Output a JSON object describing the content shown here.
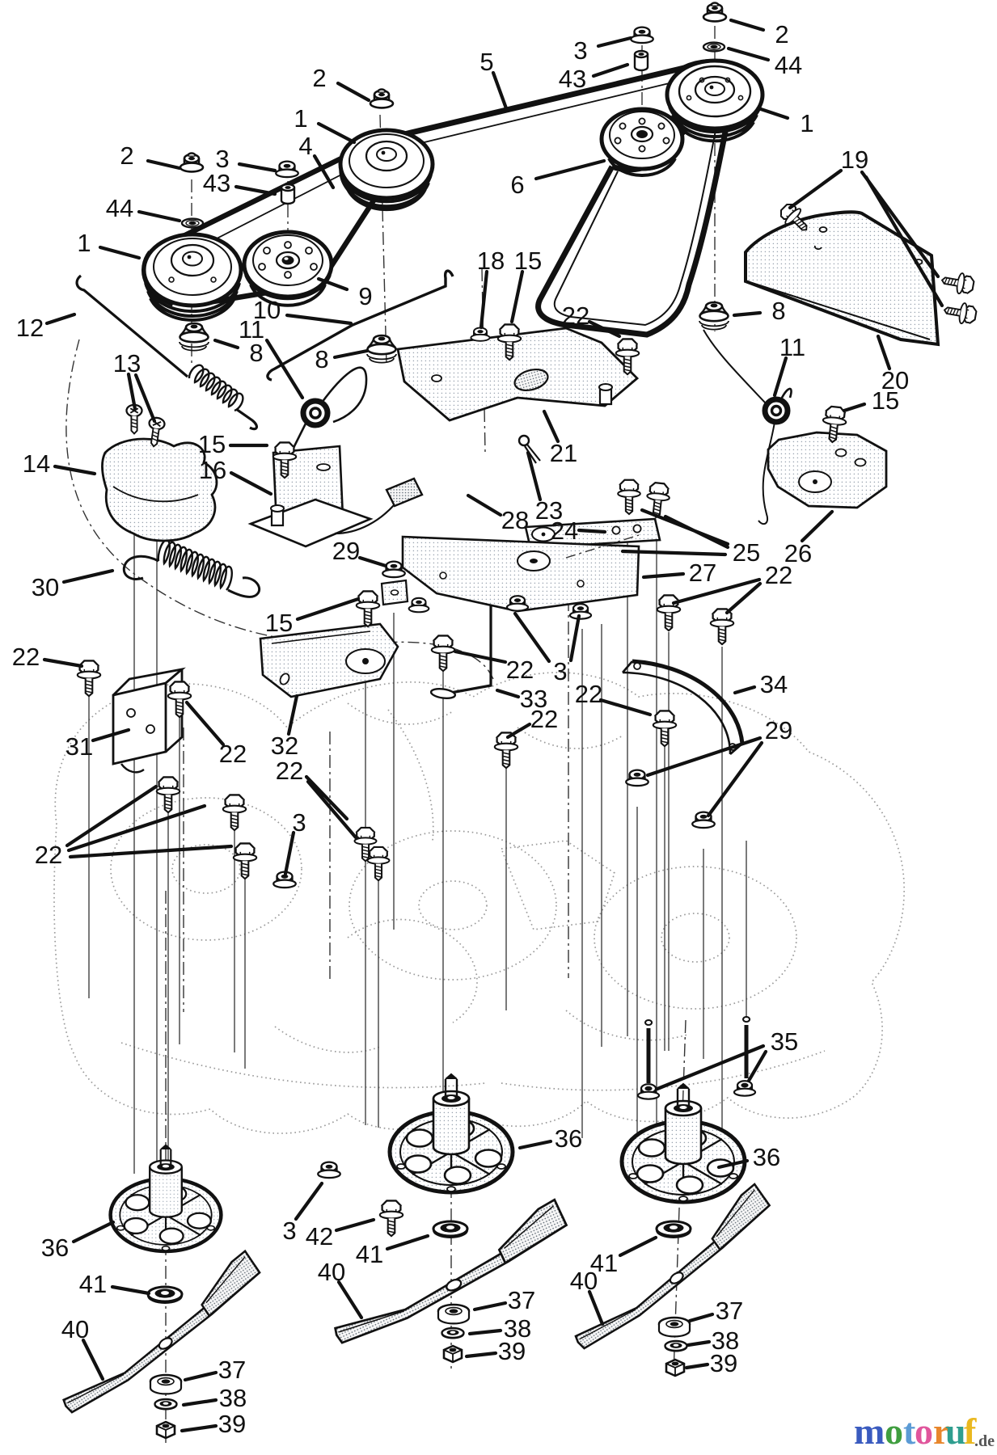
{
  "diagram": {
    "kind": "exploded-parts-diagram",
    "subject": "Lawn tractor mower deck assembly with pulleys, belts, spindles and blades",
    "background": "#ffffff",
    "line_color": "#111111",
    "ghost_color": "#999999"
  },
  "callouts": [
    {
      "n": "2"
    },
    {
      "n": "3"
    },
    {
      "n": "43"
    },
    {
      "n": "44"
    },
    {
      "n": "1"
    },
    {
      "n": "2"
    },
    {
      "n": "1"
    },
    {
      "n": "4"
    },
    {
      "n": "5"
    },
    {
      "n": "3"
    },
    {
      "n": "43"
    },
    {
      "n": "2"
    },
    {
      "n": "44"
    },
    {
      "n": "1"
    },
    {
      "n": "6"
    },
    {
      "n": "9"
    },
    {
      "n": "10"
    },
    {
      "n": "12"
    },
    {
      "n": "11"
    },
    {
      "n": "8"
    },
    {
      "n": "8"
    },
    {
      "n": "18"
    },
    {
      "n": "15"
    },
    {
      "n": "8"
    },
    {
      "n": "11"
    },
    {
      "n": "19"
    },
    {
      "n": "20"
    },
    {
      "n": "15"
    },
    {
      "n": "13"
    },
    {
      "n": "14"
    },
    {
      "n": "15"
    },
    {
      "n": "16"
    },
    {
      "n": "21"
    },
    {
      "n": "23"
    },
    {
      "n": "24"
    },
    {
      "n": "28"
    },
    {
      "n": "25"
    },
    {
      "n": "26"
    },
    {
      "n": "27"
    },
    {
      "n": "22"
    },
    {
      "n": "22"
    },
    {
      "n": "29"
    },
    {
      "n": "30"
    },
    {
      "n": "15"
    },
    {
      "n": "3"
    },
    {
      "n": "22"
    },
    {
      "n": "33"
    },
    {
      "n": "34"
    },
    {
      "n": "22"
    },
    {
      "n": "22"
    },
    {
      "n": "29"
    },
    {
      "n": "22"
    },
    {
      "n": "31"
    },
    {
      "n": "22"
    },
    {
      "n": "32"
    },
    {
      "n": "22"
    },
    {
      "n": "3"
    },
    {
      "n": "22"
    },
    {
      "n": "35"
    },
    {
      "n": "36"
    },
    {
      "n": "41"
    },
    {
      "n": "40"
    },
    {
      "n": "37"
    },
    {
      "n": "38"
    },
    {
      "n": "39"
    },
    {
      "n": "3"
    },
    {
      "n": "42"
    },
    {
      "n": "41"
    },
    {
      "n": "40"
    },
    {
      "n": "36"
    },
    {
      "n": "37"
    },
    {
      "n": "38"
    },
    {
      "n": "39"
    },
    {
      "n": "36"
    },
    {
      "n": "41"
    },
    {
      "n": "40"
    },
    {
      "n": "37"
    },
    {
      "n": "38"
    },
    {
      "n": "39"
    }
  ],
  "watermark": {
    "text": "motoruf.de",
    "letters": [
      {
        "ch": "m",
        "color": "#3a5bbf"
      },
      {
        "ch": "o",
        "color": "#3f9e3f"
      },
      {
        "ch": "t",
        "color": "#5b9bd5"
      },
      {
        "ch": "o",
        "color": "#e0559c"
      },
      {
        "ch": "r",
        "color": "#e8862c"
      },
      {
        "ch": "u",
        "color": "#2f9e8f"
      },
      {
        "ch": "f",
        "color": "#eab81f"
      }
    ],
    "suffix": {
      "ch": ".de",
      "color": "#555555"
    }
  }
}
